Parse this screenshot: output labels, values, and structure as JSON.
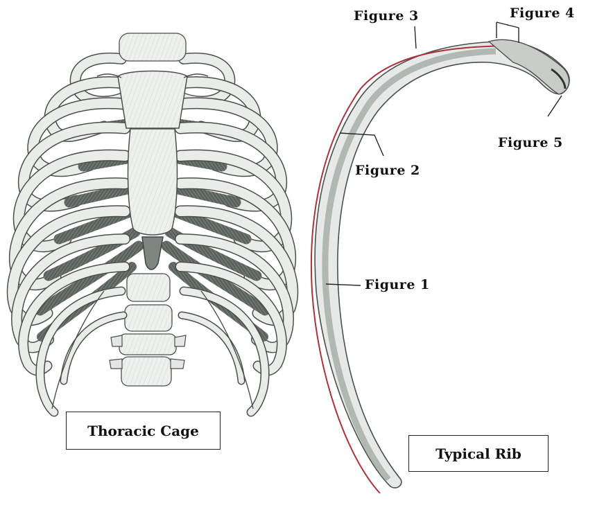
{
  "labels": {
    "figure1": "Figure 1",
    "figure2": "Figure 2",
    "figure3": "Figure 3",
    "figure4": "Figure 4",
    "figure5": "Figure 5"
  },
  "captions": {
    "thoracic_cage": "Thoracic Cage",
    "typical_rib": "Typical Rib"
  },
  "colors": {
    "bone_light": "#e9ece9",
    "bone_shade": "#9aa39d",
    "cartilage_dark": "#5c625e",
    "outline": "#4a4f4c",
    "groove_red": "#a8323e"
  }
}
